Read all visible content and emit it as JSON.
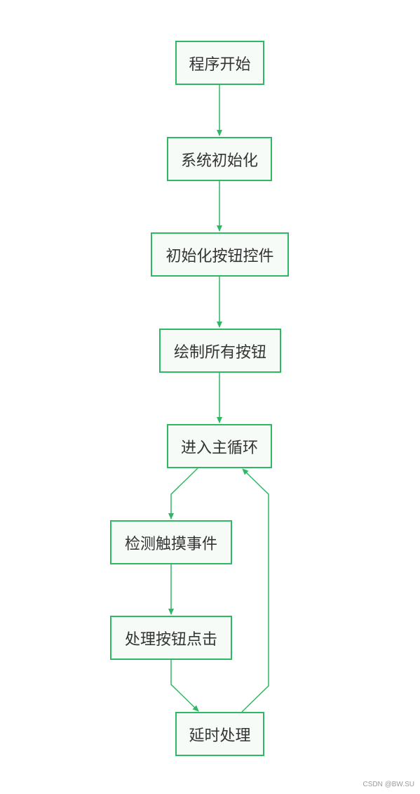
{
  "colors": {
    "node_border": "#2fb864",
    "node_fill": "#f6fbf8",
    "edge": "#2fb864",
    "text": "#333333"
  },
  "nodes": {
    "start": "程序开始",
    "system_init": "系统初始化",
    "init_button_controls": "初始化按钮控件",
    "draw_all_buttons": "绘制所有按钮",
    "enter_main_loop": "进入主循环",
    "detect_touch_event": "检测触摸事件",
    "handle_button_click": "处理按钮点击",
    "delay_processing": "延时处理"
  },
  "edges": [
    {
      "from": "start",
      "to": "system_init"
    },
    {
      "from": "system_init",
      "to": "init_button_controls"
    },
    {
      "from": "init_button_controls",
      "to": "draw_all_buttons"
    },
    {
      "from": "draw_all_buttons",
      "to": "enter_main_loop"
    },
    {
      "from": "enter_main_loop",
      "to": "detect_touch_event"
    },
    {
      "from": "detect_touch_event",
      "to": "handle_button_click"
    },
    {
      "from": "handle_button_click",
      "to": "delay_processing"
    },
    {
      "from": "delay_processing",
      "to": "enter_main_loop"
    }
  ],
  "watermark": "CSDN @BW.SU"
}
